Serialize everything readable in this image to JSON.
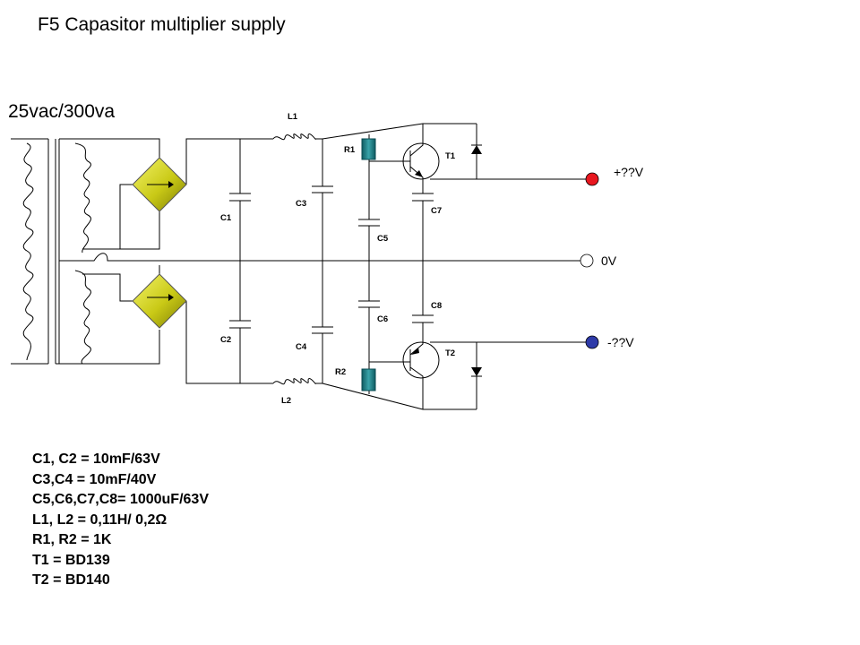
{
  "title": "F5 Capasitor multiplier supply",
  "transformer_label": "25vac/300va",
  "components": {
    "L1": "L1",
    "L2": "L2",
    "C1": "C1",
    "C2": "C2",
    "C3": "C3",
    "C4": "C4",
    "C5": "C5",
    "C6": "C6",
    "C7": "C7",
    "C8": "C8",
    "R1": "R1",
    "R2": "R2",
    "T1": "T1",
    "T2": "T2"
  },
  "terminals": {
    "pos": {
      "label": "+??V",
      "color": "#e8171f"
    },
    "gnd": {
      "label": "0V",
      "color": "#ffffff"
    },
    "neg": {
      "label": "-??V",
      "color": "#2e3aa8"
    }
  },
  "colors": {
    "bridge": "#c9c916",
    "resistor": "#1e7f86"
  },
  "specs": [
    "C1, C2 = 10mF/63V",
    "C3,C4 = 10mF/40V",
    "C5,C6,C7,C8= 1000uF/63V",
    "L1, L2 = 0,11H/ 0,2Ω",
    "R1, R2 = 1K",
    "T1 = BD139",
    "T2 = BD140"
  ]
}
